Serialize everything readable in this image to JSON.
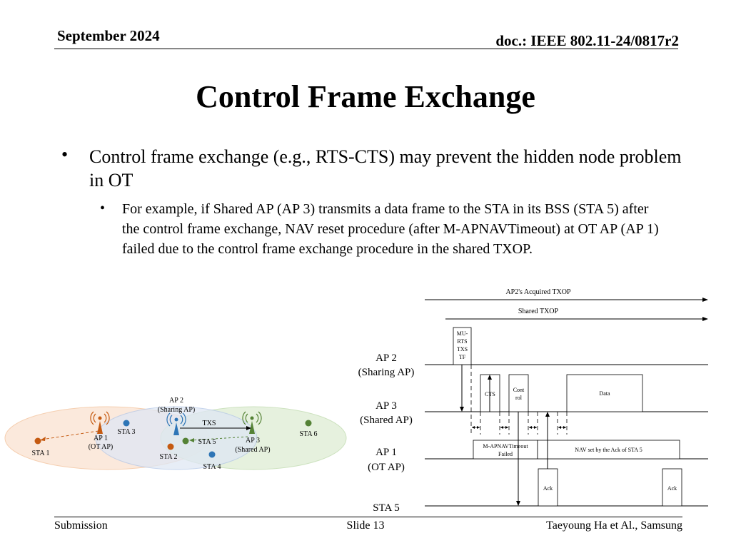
{
  "header": {
    "date": "September 2024",
    "doc": "doc.: IEEE 802.11-24/0817r2"
  },
  "title": "Control Frame Exchange",
  "bullets": {
    "main": "Control frame exchange (e.g., RTS-CTS) may prevent the hidden node problem in OT",
    "sub": "For example, if Shared AP (AP 3) transmits a data frame to the STA in its BSS (STA 5) after the control frame exchange, NAV reset procedure (after M-APNAVTimeout) at OT AP (AP 1) failed due to the control frame exchange procedure in the shared TXOP."
  },
  "topology": {
    "ap2": [
      "AP 2",
      "(Sharing AP)"
    ],
    "ap1": [
      "AP 1",
      "(OT AP)"
    ],
    "ap3": [
      "AP 3",
      "(Shared AP)"
    ],
    "sta1": "STA 1",
    "sta2": "STA 2",
    "sta3": "STA 3",
    "sta4": "STA 4",
    "sta5": "STA 5",
    "sta6": "STA 6",
    "txs": "TXS"
  },
  "timeline": {
    "ap2_txop": "AP2's Acquired TXOP",
    "shared_txop": "Shared TXOP",
    "rows": [
      {
        "line1": "AP 2",
        "line2": "(Sharing AP)"
      },
      {
        "line1": "AP 3",
        "line2": "(Shared AP)"
      },
      {
        "line1": "AP 1",
        "line2": "(OT AP)"
      },
      {
        "line1": "STA 5",
        "line2": ""
      }
    ],
    "mu_rts": [
      "MU-",
      "RTS",
      "TXS",
      "TF"
    ],
    "cts": "CTS",
    "control": [
      "Cont",
      "rol"
    ],
    "data": "Data",
    "timeout": [
      "M-APNAVTimeout",
      "Failed"
    ],
    "nav": "NAV set by the Ack of STA 5",
    "ack1": "Ack",
    "ack2": "Ack"
  },
  "footer": {
    "left": "Submission",
    "center": "Slide 13",
    "right": "Taeyoung Ha et Al., Samsung"
  },
  "colors": {
    "orange_bss": "#fbe6d6",
    "blue_bss": "#dfe7f4",
    "green_bss": "#e2efd9",
    "sta_orange": "#c55a11",
    "sta_blue": "#2e75b6",
    "sta_green": "#548235"
  }
}
